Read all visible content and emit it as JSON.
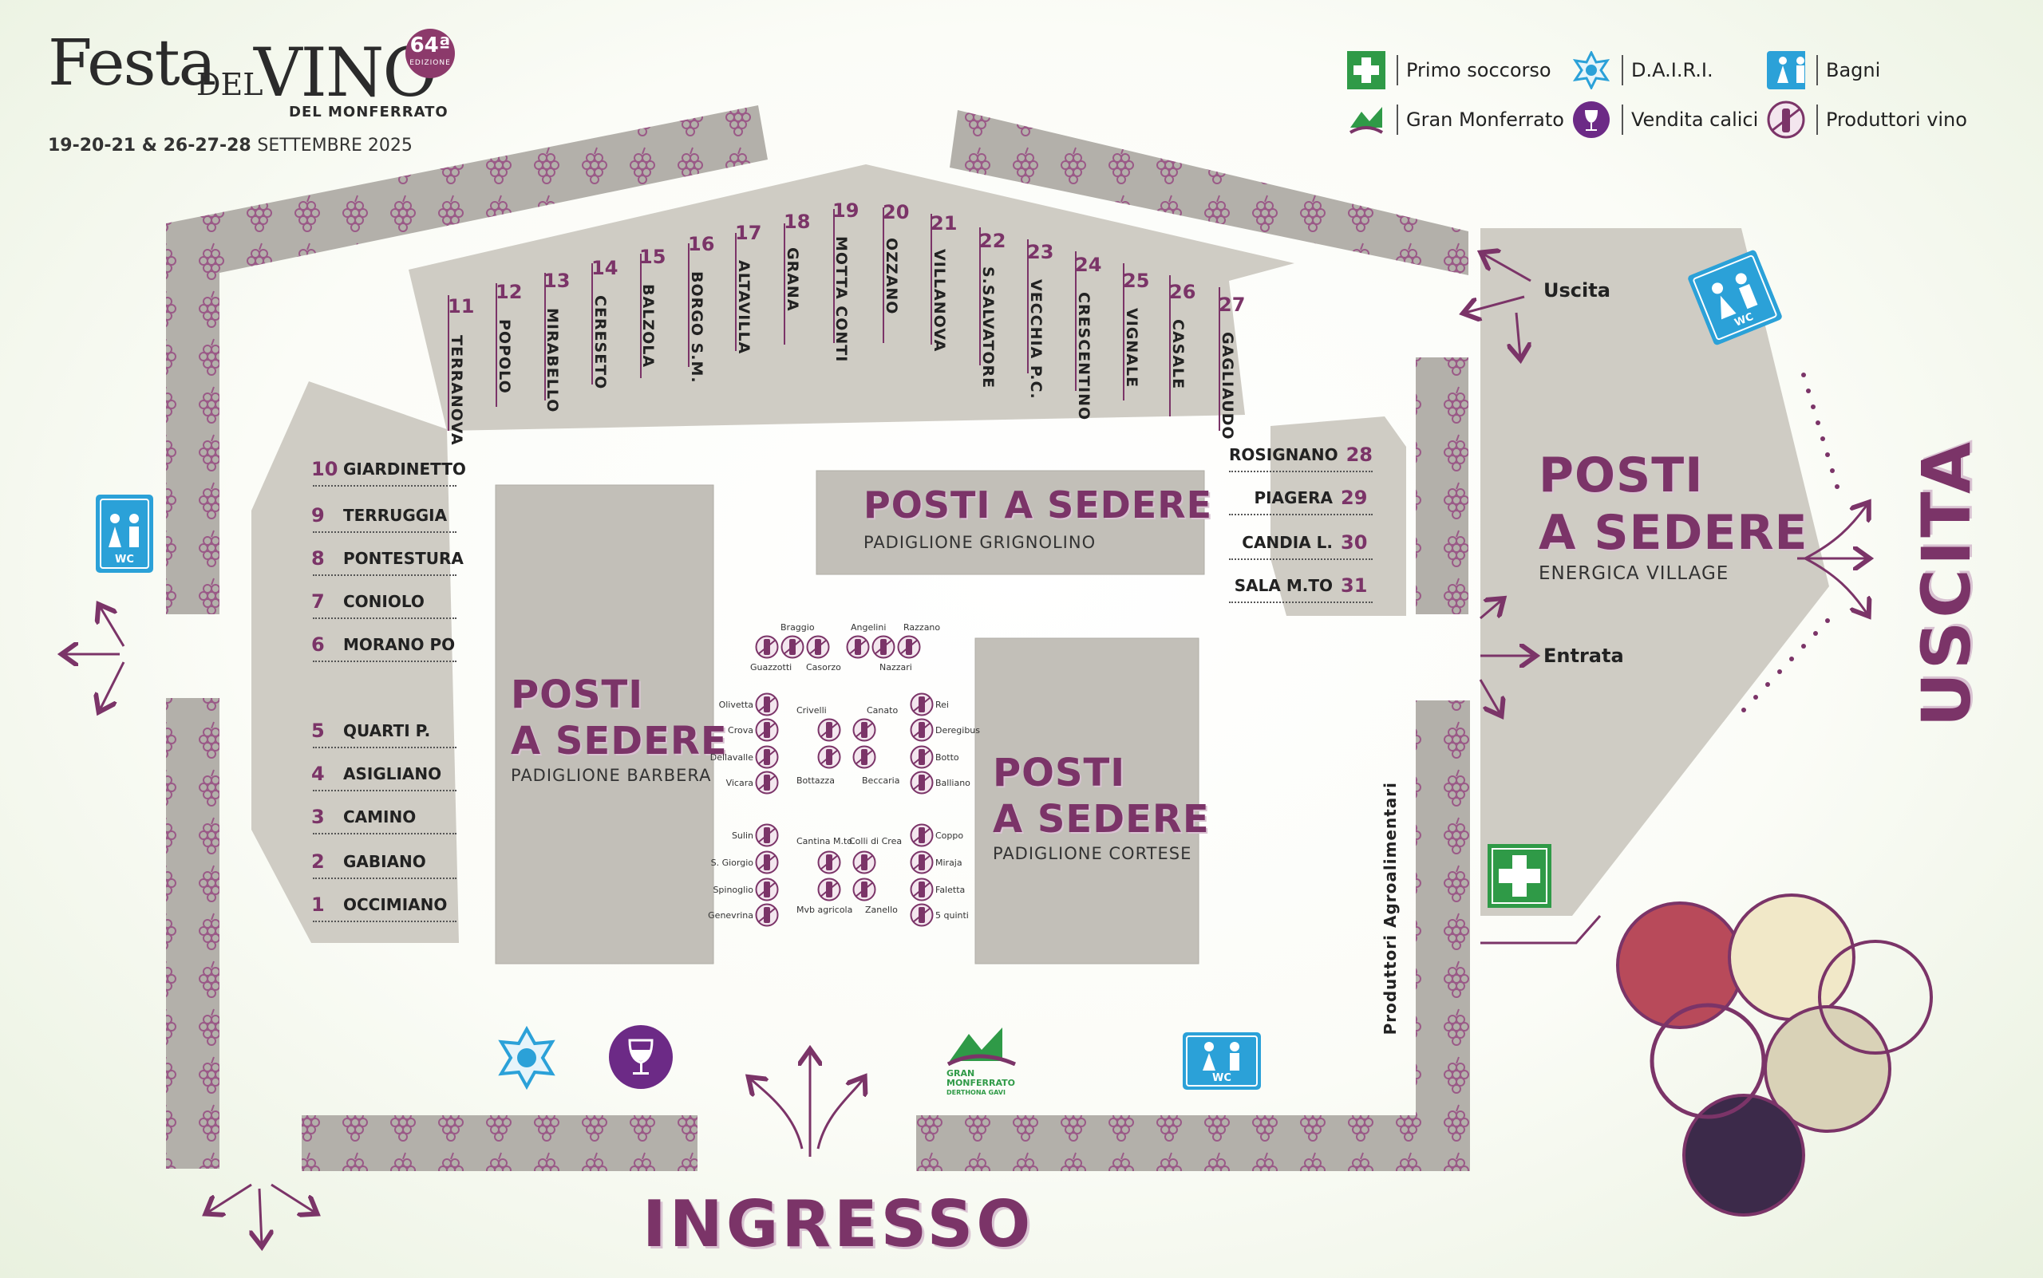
{
  "header": {
    "logo_festa": "Festa",
    "logo_del": "DEL",
    "logo_vino": "VINO",
    "logo_monferrato": "DEL MONFERRATO",
    "edition_number": "64ª",
    "edition_word": "EDIZIONE",
    "dates_bold": "19-20-21 & 26-27-28",
    "dates_month": "SETTEMBRE 2025"
  },
  "legend": {
    "first_aid": "Primo soccorso",
    "dairi": "D.A.I.R.I.",
    "bagni": "Bagni",
    "gran_monferrato": "Gran Monferrato",
    "vendita_calici": "Vendita calici",
    "produttori_vino": "Produttori vino"
  },
  "top_stands": [
    {
      "num": "11",
      "name": "TERRANOVA"
    },
    {
      "num": "12",
      "name": "POPOLO"
    },
    {
      "num": "13",
      "name": "MIRABELLO"
    },
    {
      "num": "14",
      "name": "CERESETO"
    },
    {
      "num": "15",
      "name": "BALZOLA"
    },
    {
      "num": "16",
      "name": "BORGO S.M."
    },
    {
      "num": "17",
      "name": "ALTAVILLA"
    },
    {
      "num": "18",
      "name": "GRANA"
    },
    {
      "num": "19",
      "name": "MOTTA CONTI"
    },
    {
      "num": "20",
      "name": "OZZANO"
    },
    {
      "num": "21",
      "name": "VILLANOVA"
    },
    {
      "num": "22",
      "name": "S.SALVATORE"
    },
    {
      "num": "23",
      "name": "VECCHIA P.C."
    },
    {
      "num": "24",
      "name": "CRESCENTINO"
    },
    {
      "num": "25",
      "name": "VIGNALE"
    },
    {
      "num": "26",
      "name": "CASALE"
    },
    {
      "num": "27",
      "name": "GAGLIAUDO"
    }
  ],
  "left_stands": [
    {
      "num": "10",
      "name": "GIARDINETTO"
    },
    {
      "num": "9",
      "name": "TERRUGGIA"
    },
    {
      "num": "8",
      "name": "PONTESTURA"
    },
    {
      "num": "7",
      "name": "CONIOLO"
    },
    {
      "num": "6",
      "name": "MORANO PO"
    },
    {
      "num": "5",
      "name": "QUARTI P."
    },
    {
      "num": "4",
      "name": "ASIGLIANO"
    },
    {
      "num": "3",
      "name": "CAMINO"
    },
    {
      "num": "2",
      "name": "GABIANO"
    },
    {
      "num": "1",
      "name": "OCCIMIANO"
    }
  ],
  "right_stands": [
    {
      "num": "28",
      "name": "ROSIGNANO"
    },
    {
      "num": "29",
      "name": "PIAGERA"
    },
    {
      "num": "30",
      "name": "CANDIA L."
    },
    {
      "num": "31",
      "name": "SALA M.TO"
    }
  ],
  "seating": {
    "posti_line1": "POSTI",
    "posti_line2": "A SEDERE",
    "posti_full": "POSTI A SEDERE",
    "grignolino": "PADIGLIONE GRIGNOLINO",
    "barbera": "PADIGLIONE BARBERA",
    "cortese": "PADIGLIONE CORTESE",
    "energica": "ENERGICA VILLAGE"
  },
  "producers": {
    "top": [
      "Braggio",
      "Angelini",
      "Razzano",
      "Guazzotti",
      "Casorzo",
      "Nazzari"
    ],
    "left_column": [
      "Olivetta",
      "Crova",
      "Dellavalle",
      "Vicara",
      "Sulin",
      "S. Giorgio",
      "Spinoglio",
      "Genevrina"
    ],
    "middle": [
      "Crivelli",
      "Canato",
      "Bottazza",
      "Beccaria",
      "Cantina M.to",
      "Colli di Crea",
      "Mvb agricola",
      "Zanello"
    ],
    "right_column": [
      "Rei",
      "Deregibus",
      "Botto",
      "Balliano",
      "Coppo",
      "Miraja",
      "Faletta",
      "5 quinti"
    ]
  },
  "directions": {
    "uscita_small": "Uscita",
    "entrata": "Entrata",
    "uscita_big": "USCITA",
    "ingresso": "INGRESSO",
    "produttori_agro": "Produttori Agroalimentari"
  },
  "icons": {
    "wc_label": "WC",
    "gran_label_1": "GRAN",
    "gran_label_2": "MONFERRATO",
    "gran_label_3": "DERTHONA GAVI"
  },
  "colors": {
    "accent": "#7b3468",
    "path": "#c9c6bf",
    "dark_block": "#b3b0aa",
    "first_aid": "#2f9a47",
    "wc": "#2ba1d8",
    "grape": "#9a5a87"
  }
}
